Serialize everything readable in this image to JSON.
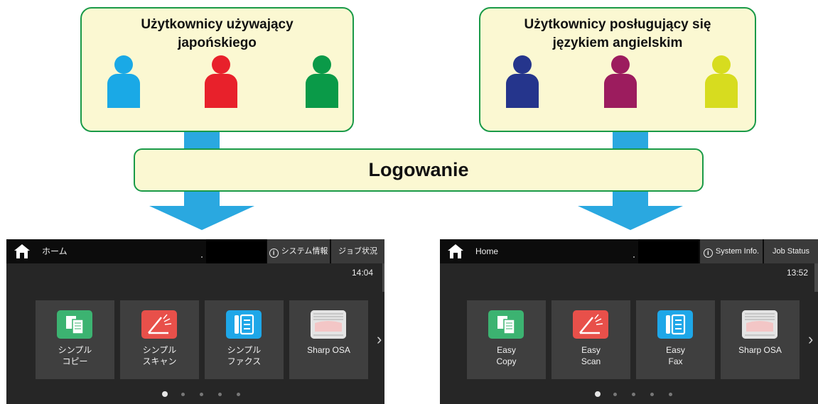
{
  "diagram": {
    "left_group": {
      "title": "Użytkownicy używający japońskiego",
      "users": [
        {
          "name": "user-cyan",
          "color": "#1aa9e6"
        },
        {
          "name": "user-red",
          "color": "#e8212b"
        },
        {
          "name": "user-green",
          "color": "#0a9a48"
        }
      ]
    },
    "right_group": {
      "title": "Użytkownicy posługujący się językiem angielskim",
      "users": [
        {
          "name": "user-navy",
          "color": "#25358c"
        },
        {
          "name": "user-magenta",
          "color": "#9c1c5e"
        },
        {
          "name": "user-yellow",
          "color": "#d7dc1f"
        }
      ]
    },
    "login_label": "Logowanie",
    "colors": {
      "box_fill": "#fbf8d2",
      "box_border": "#1a9a48",
      "arrow": "#2aa8e0"
    }
  },
  "screens": {
    "japanese": {
      "home_label": "ホーム",
      "system_info_label": "システム情報",
      "job_status_label": "ジョブ状況",
      "time": "14:04",
      "tiles": [
        {
          "label": "シンプル\nコピー",
          "icon": "copy-icon"
        },
        {
          "label": "シンプル\nスキャン",
          "icon": "scan-icon"
        },
        {
          "label": "シンプル\nファクス",
          "icon": "fax-icon"
        },
        {
          "label": "Sharp OSA",
          "icon": "osa-icon"
        }
      ],
      "page_count": 5,
      "active_page": 1
    },
    "english": {
      "home_label": "Home",
      "system_info_label": "System Info.",
      "job_status_label": "Job Status",
      "time": "13:52",
      "tiles": [
        {
          "label": "Easy\nCopy",
          "icon": "copy-icon"
        },
        {
          "label": "Easy\nScan",
          "icon": "scan-icon"
        },
        {
          "label": "Easy\nFax",
          "icon": "fax-icon"
        },
        {
          "label": "Sharp OSA",
          "icon": "osa-icon"
        }
      ],
      "page_count": 5,
      "active_page": 1
    }
  }
}
